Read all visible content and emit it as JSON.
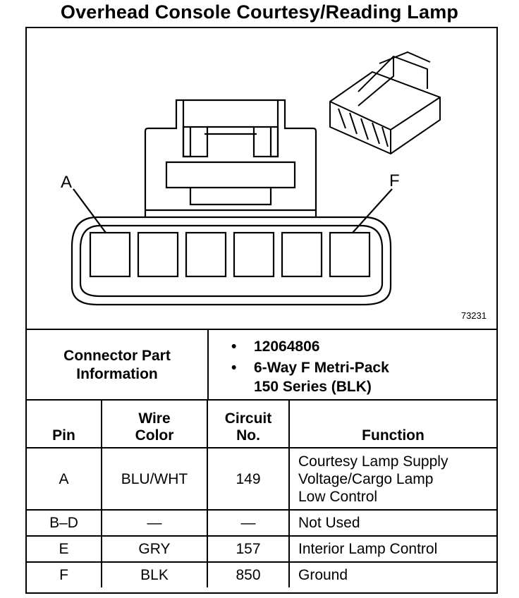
{
  "title": "Overhead Console Courtesy/Reading Lamp",
  "figure": {
    "id": "73231",
    "pin_label_left": "A",
    "pin_label_right": "F"
  },
  "connector_info": {
    "label_line1": "Connector Part",
    "label_line2": "Information",
    "items": [
      {
        "bullet": "•",
        "text_line1": "12064806",
        "text_line2": ""
      },
      {
        "bullet": "•",
        "text_line1": "6-Way F Metri-Pack",
        "text_line2": "150 Series (BLK)"
      }
    ]
  },
  "table": {
    "headers": {
      "pin": "Pin",
      "wire_color_line1": "Wire",
      "wire_color_line2": "Color",
      "circuit_line1": "Circuit",
      "circuit_line2": "No.",
      "function": "Function"
    },
    "rows": [
      {
        "pin": "A",
        "wire": "BLU/WHT",
        "circuit": "149",
        "function_lines": [
          "Courtesy Lamp Supply",
          "Voltage/Cargo Lamp",
          "Low Control"
        ]
      },
      {
        "pin": "B–D",
        "wire": "—",
        "circuit": "—",
        "function_lines": [
          "Not Used"
        ]
      },
      {
        "pin": "E",
        "wire": "GRY",
        "circuit": "157",
        "function_lines": [
          "Interior Lamp Control"
        ]
      },
      {
        "pin": "F",
        "wire": "BLK",
        "circuit": "850",
        "function_lines": [
          "Ground"
        ]
      }
    ]
  }
}
